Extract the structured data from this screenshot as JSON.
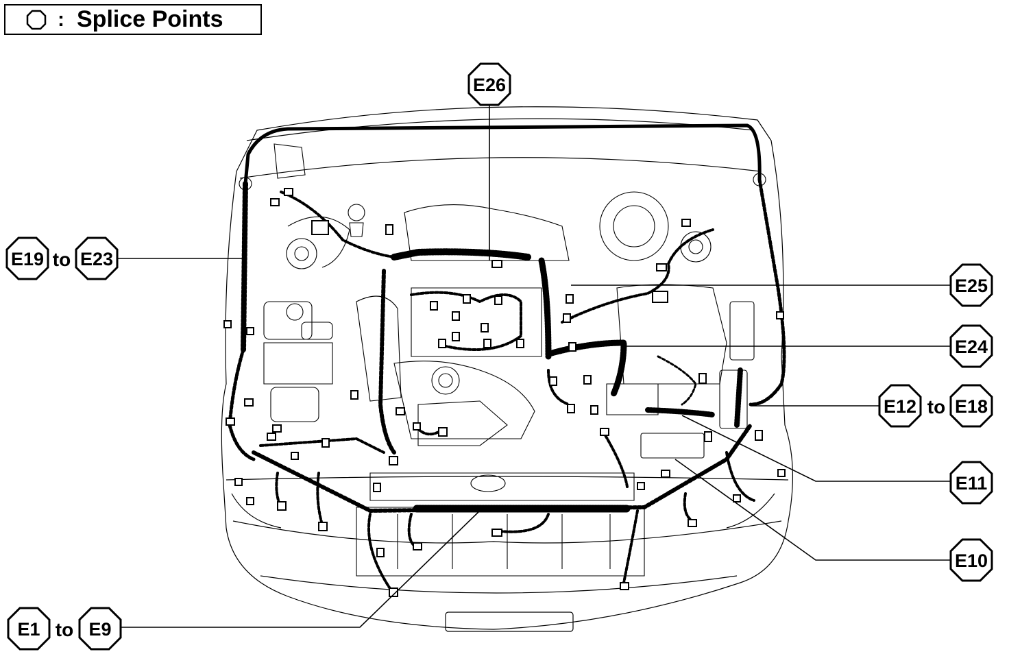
{
  "legend": {
    "symbol": "circle-icon",
    "colon": ":",
    "label": "Splice Points"
  },
  "callouts": {
    "e26": "E26",
    "e19_to_e23": {
      "from": "E19",
      "to_word": "to",
      "to": "E23"
    },
    "e25": "E25",
    "e24": "E24",
    "e12_to_e18": {
      "from": "E12",
      "to_word": "to",
      "to": "E18"
    },
    "e11": "E11",
    "e10": "E10",
    "e1_to_e9": {
      "from": "E1",
      "to_word": "to",
      "to": "E9"
    }
  },
  "colors": {
    "ink": "#000000",
    "background": "#ffffff"
  }
}
